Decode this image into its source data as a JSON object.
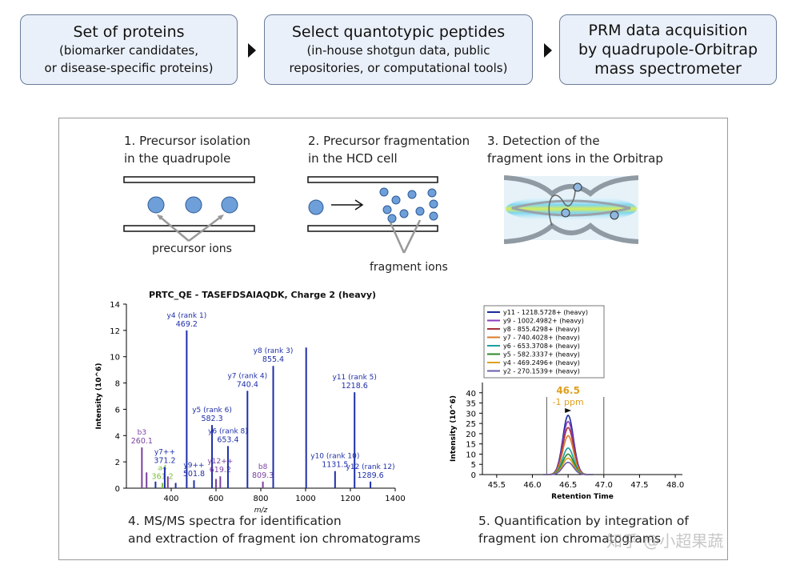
{
  "flow": [
    {
      "title": "Set of proteins",
      "sub1": "(biomarker candidates,",
      "sub2": "or disease-specific proteins)"
    },
    {
      "title": "Select quantotypic peptides",
      "sub1": "(in-house shotgun data, public",
      "sub2": "repositories, or computational tools)"
    },
    {
      "line1": "PRM data acquisition",
      "line2": "by quadrupole-Orbitrap",
      "line3": "mass spectrometer"
    }
  ],
  "steps": {
    "s1": {
      "l1": "1. Precursor isolation",
      "l2": "in the quadrupole",
      "ions_label": "precursor ions"
    },
    "s2": {
      "l1": "2. Precursor fragmentation",
      "l2": "in the HCD cell",
      "ions_label": "fragment ions"
    },
    "s3": {
      "l1": "3. Detection of the",
      "l2": "fragment ions in the Orbitrap"
    },
    "s4": {
      "l1": "4. MS/MS spectra for identification",
      "l2": "and extraction of fragment ion chromatograms"
    },
    "s5": {
      "l1": "5. Quantification by integration of",
      "l2": "fragment ion chromatograms"
    }
  },
  "chart_data": [
    {
      "type": "bar",
      "title": "PRTC_QE - TASEFDSAIAQDK, Charge 2 (heavy)",
      "xlabel": "m/z",
      "ylabel": "Intensity (10^6)",
      "xlim": [
        200,
        1400
      ],
      "ylim": [
        0,
        14
      ],
      "xticks": [
        400,
        600,
        800,
        1000,
        1200,
        1400
      ],
      "yticks": [
        0,
        2,
        4,
        6,
        8,
        10,
        12,
        14
      ],
      "peaks": [
        {
          "mz": 269.2,
          "intensity": 3.1,
          "color": "#7b3fa0",
          "label": "b3",
          "l2": "260.1"
        },
        {
          "mz": 290.0,
          "intensity": 1.2,
          "color": "#7b3fa0"
        },
        {
          "mz": 330.0,
          "intensity": 0.5,
          "color": "#1f2fa8"
        },
        {
          "mz": 361.2,
          "intensity": 0.4,
          "color": "#7cbf3a",
          "label": "a4",
          "l2": "361.2"
        },
        {
          "mz": 371.2,
          "intensity": 1.6,
          "color": "#1f2fa8",
          "label": "y7++",
          "l2": "371.2"
        },
        {
          "mz": 385.0,
          "intensity": 0.9,
          "color": "#7b3fa0"
        },
        {
          "mz": 420.0,
          "intensity": 0.4,
          "color": "#1f2fa8"
        },
        {
          "mz": 469.2,
          "intensity": 12.0,
          "color": "#1f2fa8",
          "label": "y4 (rank 1)",
          "l2": "469.2"
        },
        {
          "mz": 501.8,
          "intensity": 0.6,
          "color": "#1f2fa8",
          "label": "y9++",
          "l2": "501.8"
        },
        {
          "mz": 582.3,
          "intensity": 4.8,
          "color": "#1f2fa8",
          "label": "y5 (rank 6)",
          "l2": "582.3"
        },
        {
          "mz": 600.0,
          "intensity": 0.7,
          "color": "#7b3fa0"
        },
        {
          "mz": 619.2,
          "intensity": 0.9,
          "color": "#7b3fa0",
          "label": "y12++",
          "l2": "619.2"
        },
        {
          "mz": 653.4,
          "intensity": 3.2,
          "color": "#1f2fa8",
          "label": "y6 (rank 8)",
          "l2": "653.4"
        },
        {
          "mz": 740.4,
          "intensity": 7.4,
          "color": "#1f2fa8",
          "label": "y7 (rank 4)",
          "l2": "740.4"
        },
        {
          "mz": 809.3,
          "intensity": 0.5,
          "color": "#7b3fa0",
          "label": "b8",
          "l2": "809.3"
        },
        {
          "mz": 855.4,
          "intensity": 9.3,
          "color": "#1f2fa8",
          "label": "y8 (rank 3)",
          "l2": "855.4"
        },
        {
          "mz": 1002.5,
          "intensity": 10.7,
          "color": "#1f2fa8"
        },
        {
          "mz": 1131.5,
          "intensity": 1.3,
          "color": "#1f2fa8",
          "label": "y10 (rank 10)",
          "l2": "1131.5"
        },
        {
          "mz": 1218.6,
          "intensity": 7.3,
          "color": "#1f2fa8",
          "label": "y11 (rank 5)",
          "l2": "1218.6"
        },
        {
          "mz": 1289.6,
          "intensity": 0.5,
          "color": "#1f2fa8",
          "label": "y12 (rank 12)",
          "l2": "1289.6"
        }
      ]
    },
    {
      "type": "line",
      "xlabel": "Retention Time",
      "ylabel": "Intensity (10^6)",
      "xlim": [
        45.3,
        48.1
      ],
      "ylim": [
        0,
        45
      ],
      "xticks": [
        45.5,
        46.0,
        46.5,
        47.0,
        47.5,
        48.0
      ],
      "yticks": [
        0,
        5,
        10,
        15,
        20,
        25,
        30,
        35,
        40
      ],
      "peak_rt": 46.5,
      "peak_label": "46.5",
      "ppm_label": "-1 ppm",
      "boundaries": [
        46.2,
        47.0
      ],
      "series": [
        {
          "name": "y11 - 1218.5728+ (heavy)",
          "color": "#1b2a9e",
          "peak": 29
        },
        {
          "name": "y9 - 1002.4982+ (heavy)",
          "color": "#8a3cc2",
          "peak": 26
        },
        {
          "name": "y8 - 855.4298+ (heavy)",
          "color": "#a8323a",
          "peak": 23
        },
        {
          "name": "y7 - 740.4028+ (heavy)",
          "color": "#d97b2b",
          "peak": 19
        },
        {
          "name": "y6 - 653.3708+ (heavy)",
          "color": "#1aa0a0",
          "peak": 13
        },
        {
          "name": "y5 - 582.3337+ (heavy)",
          "color": "#2a8a2a",
          "peak": 10
        },
        {
          "name": "y4 - 469.2496+ (heavy)",
          "color": "#e0a020",
          "peak": 8
        },
        {
          "name": "y2 - 270.1539+ (heavy)",
          "color": "#6a5aa8",
          "peak": 6
        }
      ]
    }
  ],
  "watermark": "知乎 @小超果蔬"
}
